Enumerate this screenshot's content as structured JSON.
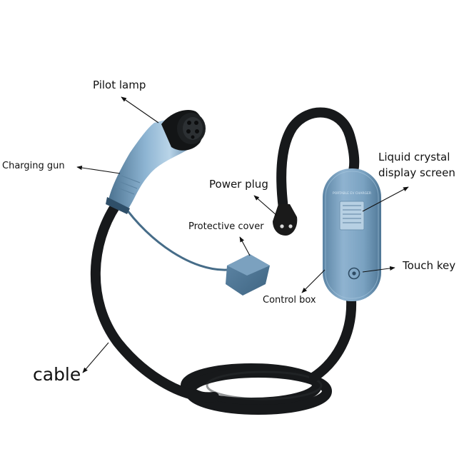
{
  "labels": {
    "pilot_lamp": "Pilot lamp",
    "charging_gun": "Charging gun",
    "power_plug": "Power plug",
    "protective_cover": "Protective cover",
    "lcd_line1": "Liquid crystal",
    "lcd_line2": "display screen",
    "touch_key": "Touch key",
    "control_box": "Control box",
    "cable": "cable"
  },
  "device_text": {
    "control_box_brand": "PORTABLE EV CHARGER"
  },
  "colors": {
    "cable": "#17191b",
    "body_blue": "#6f98b8",
    "body_blue_light": "#a9c8e0",
    "body_blue_dark": "#4c7391",
    "plug_black": "#1a1a1a",
    "arrow": "#111111"
  }
}
